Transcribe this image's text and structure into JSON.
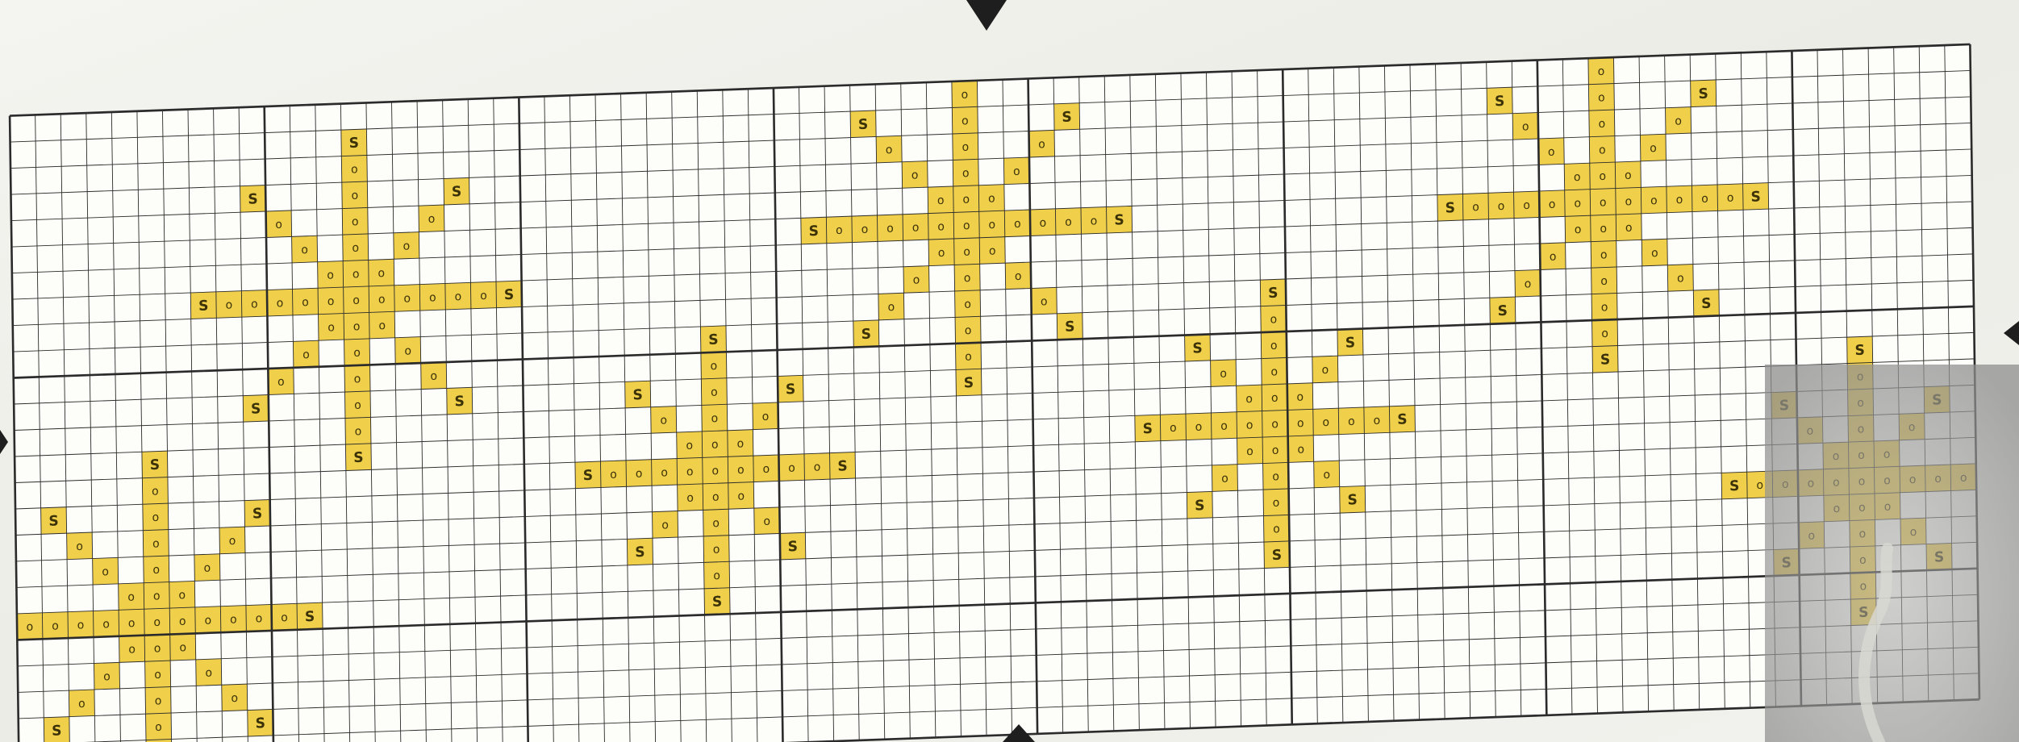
{
  "chart_data": {
    "type": "cross-stitch pattern",
    "grid": {
      "columns": 77,
      "rows": 25,
      "bold_every": 10
    },
    "stitch_color": "#f0cf4a",
    "gridline_color": "#2b2b2b",
    "symbols": {
      "tip": "S",
      "body": "O"
    },
    "snowflakes": [
      {
        "center": [
          5,
          19
        ],
        "ray": 5
      },
      {
        "center": [
          13,
          7
        ],
        "ray": 5
      },
      {
        "center": [
          27,
          14
        ],
        "ray": 4
      },
      {
        "center": [
          37,
          5
        ],
        "ray": 5
      },
      {
        "center": [
          49,
          13
        ],
        "ray": 4
      },
      {
        "center": [
          62,
          5
        ],
        "ray": 5
      },
      {
        "center": [
          72,
          16
        ],
        "ray": 4
      }
    ],
    "center_markers": [
      "top",
      "bottom",
      "left",
      "right"
    ]
  }
}
